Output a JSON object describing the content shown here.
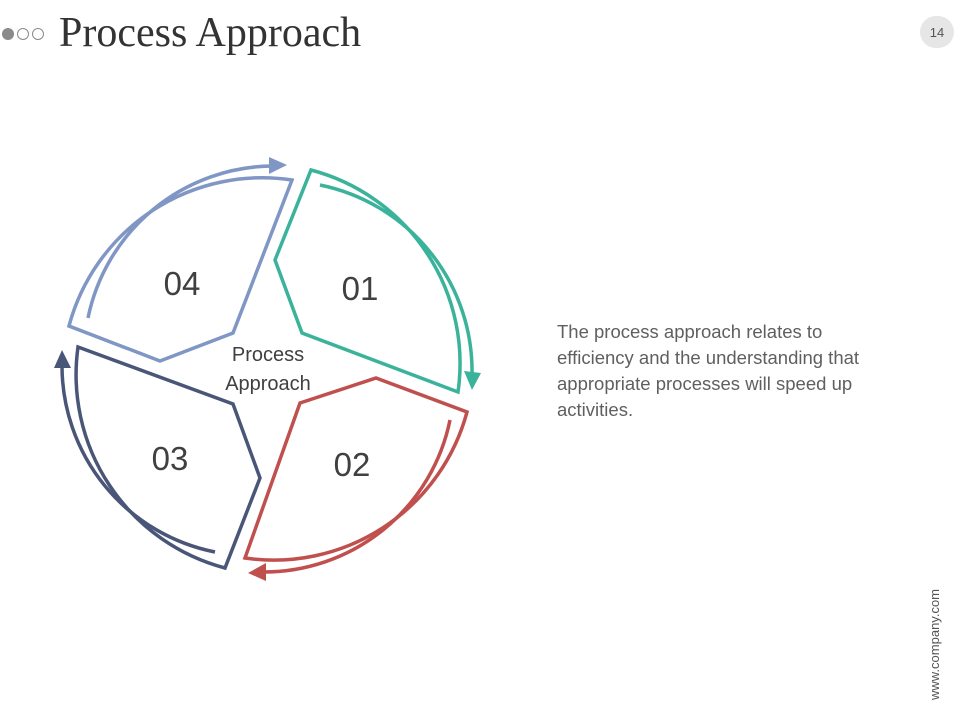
{
  "slide": {
    "title": "Process Approach",
    "page_number": "14",
    "website": "www.company.com"
  },
  "cycle": {
    "center_label_line1": "Process",
    "center_label_line2": "Approach",
    "segments": [
      {
        "number": "01",
        "color": "#3ab39a"
      },
      {
        "number": "02",
        "color": "#c0504d"
      },
      {
        "number": "03",
        "color": "#4a5678"
      },
      {
        "number": "04",
        "color": "#8096c4"
      }
    ]
  },
  "description": "The process approach relates to efficiency and the understanding that appropriate processes will speed up activities."
}
